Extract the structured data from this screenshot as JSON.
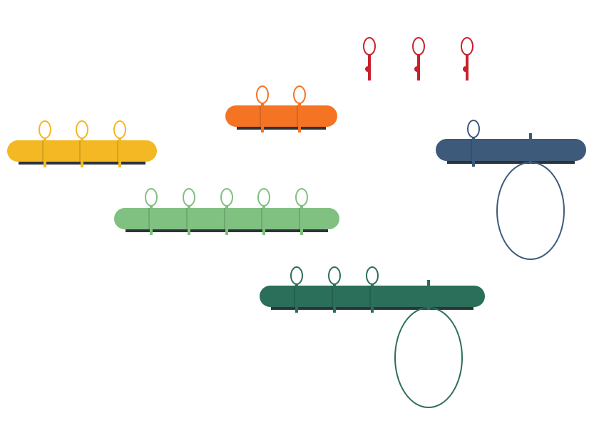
{
  "background": "#ffffff",
  "products": [
    {
      "name": "yellow-rack",
      "color": "#f3b823",
      "hooks": 3,
      "towel_ring": false
    },
    {
      "name": "orange-rack",
      "color": "#f47424",
      "hooks": 2,
      "towel_ring": false
    },
    {
      "name": "red-single-hooks",
      "color": "#c8202c",
      "hooks": 3,
      "standalone": true
    },
    {
      "name": "blue-rack",
      "color": "#3d5a7a",
      "hooks": 1,
      "towel_ring": true
    },
    {
      "name": "light-green-rack",
      "color": "#80c080",
      "hooks": 5,
      "towel_ring": false
    },
    {
      "name": "dark-green-rack",
      "color": "#2b6e5a",
      "hooks": 3,
      "towel_ring": true
    }
  ]
}
